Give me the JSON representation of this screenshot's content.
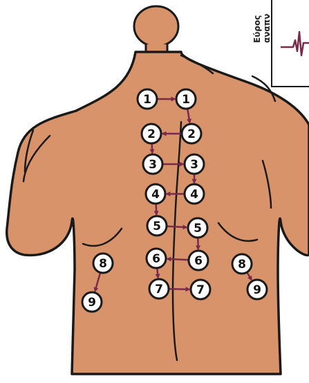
{
  "colors": {
    "skin": "#d9936a",
    "skin_shade": "#c97f55",
    "outline": "#1a1a1a",
    "arrow": "#7a2a48",
    "marker_fill": "#ffffff",
    "background": "#ffffff",
    "trace": "#7a2a48"
  },
  "corner_panel": {
    "label_line1": "Εύρος",
    "label_line2": "αναπν"
  },
  "markers": [
    {
      "id": "L1",
      "label": "1"
    },
    {
      "id": "R1",
      "label": "1"
    },
    {
      "id": "L2",
      "label": "2"
    },
    {
      "id": "R2",
      "label": "2"
    },
    {
      "id": "L3",
      "label": "3"
    },
    {
      "id": "R3",
      "label": "3"
    },
    {
      "id": "L4",
      "label": "4"
    },
    {
      "id": "R4",
      "label": "4"
    },
    {
      "id": "L5",
      "label": "5"
    },
    {
      "id": "R5",
      "label": "5"
    },
    {
      "id": "L6",
      "label": "6"
    },
    {
      "id": "R6",
      "label": "6"
    },
    {
      "id": "L7",
      "label": "7"
    },
    {
      "id": "R7",
      "label": "7"
    },
    {
      "id": "LL8",
      "label": "8"
    },
    {
      "id": "LL9",
      "label": "9"
    },
    {
      "id": "RL8",
      "label": "8"
    },
    {
      "id": "RL9",
      "label": "9"
    }
  ],
  "sequence": [
    {
      "from": "L1",
      "to": "R1"
    },
    {
      "from": "R1",
      "to": "R2"
    },
    {
      "from": "R2",
      "to": "L2"
    },
    {
      "from": "L2",
      "to": "L3"
    },
    {
      "from": "L3",
      "to": "R3"
    },
    {
      "from": "R3",
      "to": "R4"
    },
    {
      "from": "R4",
      "to": "L4"
    },
    {
      "from": "L4",
      "to": "L5"
    },
    {
      "from": "L5",
      "to": "R5"
    },
    {
      "from": "R5",
      "to": "R6"
    },
    {
      "from": "R6",
      "to": "L6"
    },
    {
      "from": "L6",
      "to": "L7"
    },
    {
      "from": "L7",
      "to": "R7"
    },
    {
      "from": "LL8",
      "to": "LL9"
    },
    {
      "from": "RL8",
      "to": "RL9"
    }
  ]
}
